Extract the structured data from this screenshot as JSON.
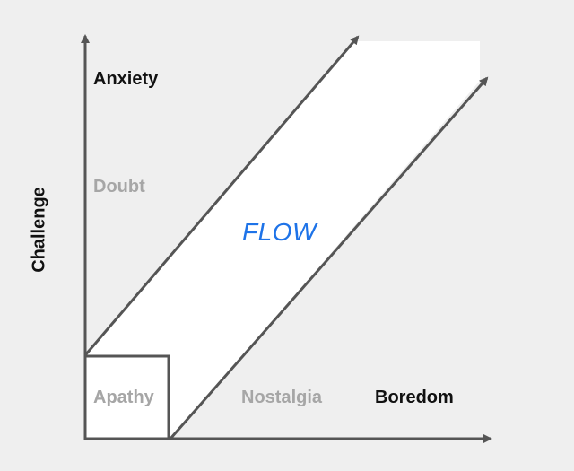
{
  "axes": {
    "y_label": "Challenge"
  },
  "regions": {
    "anxiety": "Anxiety",
    "doubt": "Doubt",
    "flow": "FLOW",
    "apathy": "Apathy",
    "nostalgia": "Nostalgia",
    "boredom": "Boredom"
  },
  "colors": {
    "background": "#efefef",
    "line": "#555555",
    "flow_band": "#ffffff",
    "flow_text": "#1e73e8",
    "strong_text": "#111111",
    "muted_text": "#a6a6a6"
  }
}
